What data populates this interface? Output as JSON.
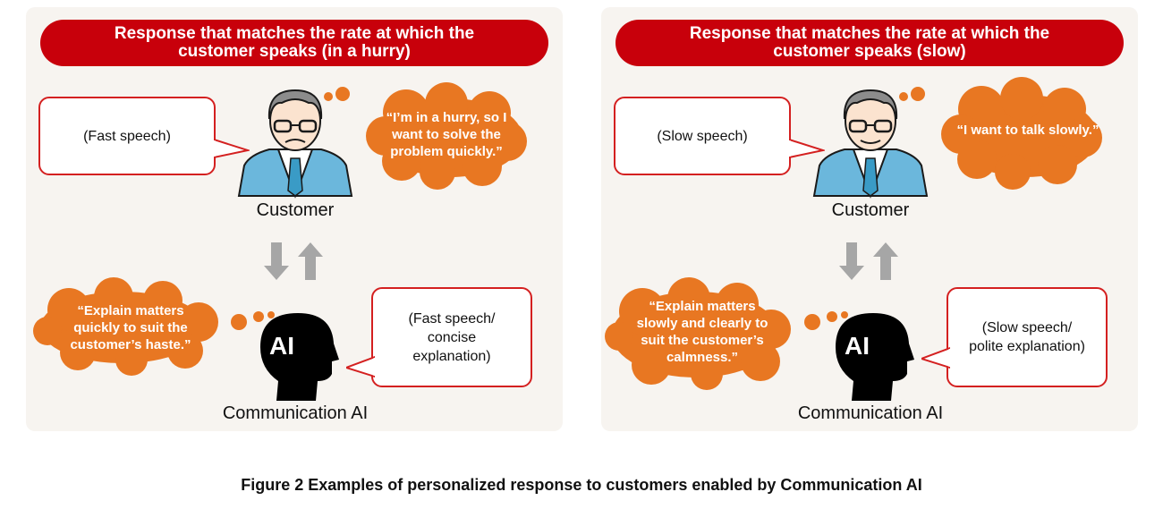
{
  "caption": "Figure 2  Examples of personalized response to customers enabled by Communication AI",
  "colors": {
    "banner": "#c8000b",
    "bubble_border": "#d42020",
    "cloud": "#e87722",
    "panel_bg": "#f7f4f0",
    "arrow": "#a6a6a6",
    "ai_head": "#000000",
    "suit": "#6bb7dc"
  },
  "panels": [
    {
      "title_line1": "Response that matches the rate at which the",
      "title_line2": "customer speaks (in a hurry)",
      "customer_speech_box": "(Fast speech)",
      "customer_thought_line1": "“I’m in a hurry, so I",
      "customer_thought_line2": "want to solve the",
      "customer_thought_line3": "problem quickly.”",
      "customer_label": "Customer",
      "ai_thought_line1": "“Explain matters",
      "ai_thought_line2": "quickly to suit the",
      "ai_thought_line3": "customer’s haste.”",
      "ai_speech_line1": "(Fast speech/",
      "ai_speech_line2": "concise",
      "ai_speech_line3": "explanation)",
      "ai_head_text": "AI",
      "ai_label": "Communication AI"
    },
    {
      "title_line1": "Response that matches the rate at which the",
      "title_line2": "customer speaks (slow)",
      "customer_speech_box": "(Slow speech)",
      "customer_thought_line1": "“I want to talk slowly.”",
      "customer_label": "Customer",
      "ai_thought_line1": "“Explain matters",
      "ai_thought_line2": "slowly and clearly to",
      "ai_thought_line3": "suit the customer’s",
      "ai_thought_line4": "calmness.”",
      "ai_speech_line1": "(Slow speech/",
      "ai_speech_line2": "polite explanation)",
      "ai_head_text": "AI",
      "ai_label": "Communication AI"
    }
  ]
}
